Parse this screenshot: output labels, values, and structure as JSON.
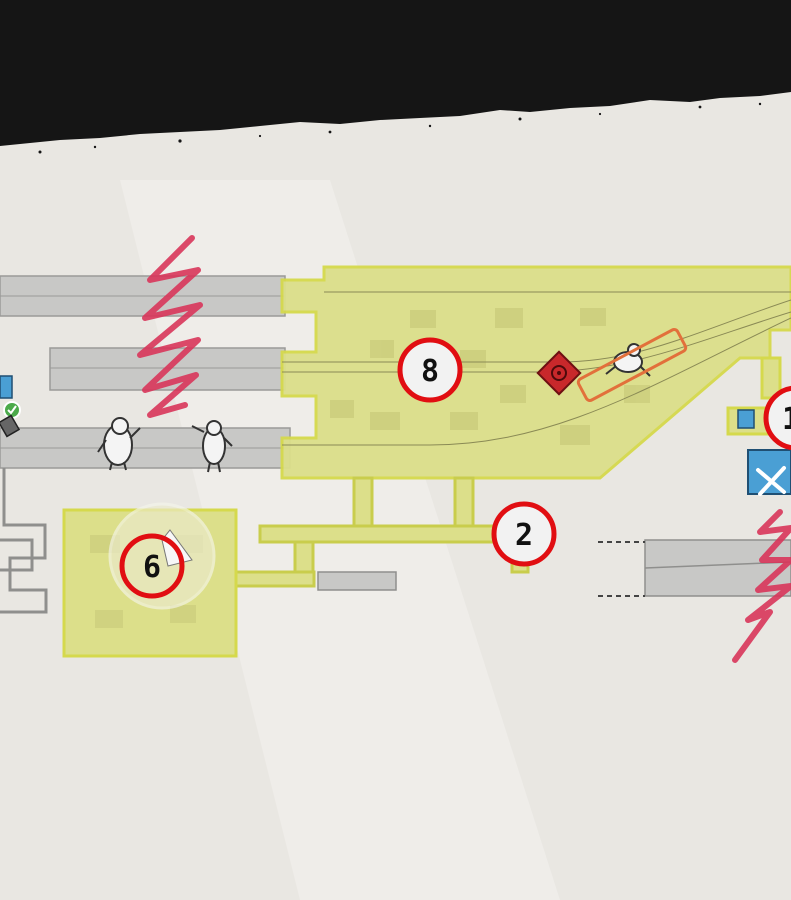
{
  "map": {
    "markers": [
      {
        "id": "marker-8",
        "label": "8"
      },
      {
        "id": "marker-6",
        "label": "6"
      },
      {
        "id": "marker-2",
        "label": "2"
      },
      {
        "id": "marker-edge",
        "label": "1"
      }
    ],
    "colors": {
      "explored_zone": "#dcdf8a",
      "zone_outline": "#d5d94c",
      "corridor_gray": "#c8c8c6",
      "marker_ring": "#e10e12",
      "scribble": "#d8355a",
      "top_band": "#151515",
      "background": "#e9e7e2"
    },
    "icons": [
      "enemy-icon",
      "player-icon",
      "objective-icon",
      "checkpoint-icon",
      "workbench-icon"
    ]
  }
}
